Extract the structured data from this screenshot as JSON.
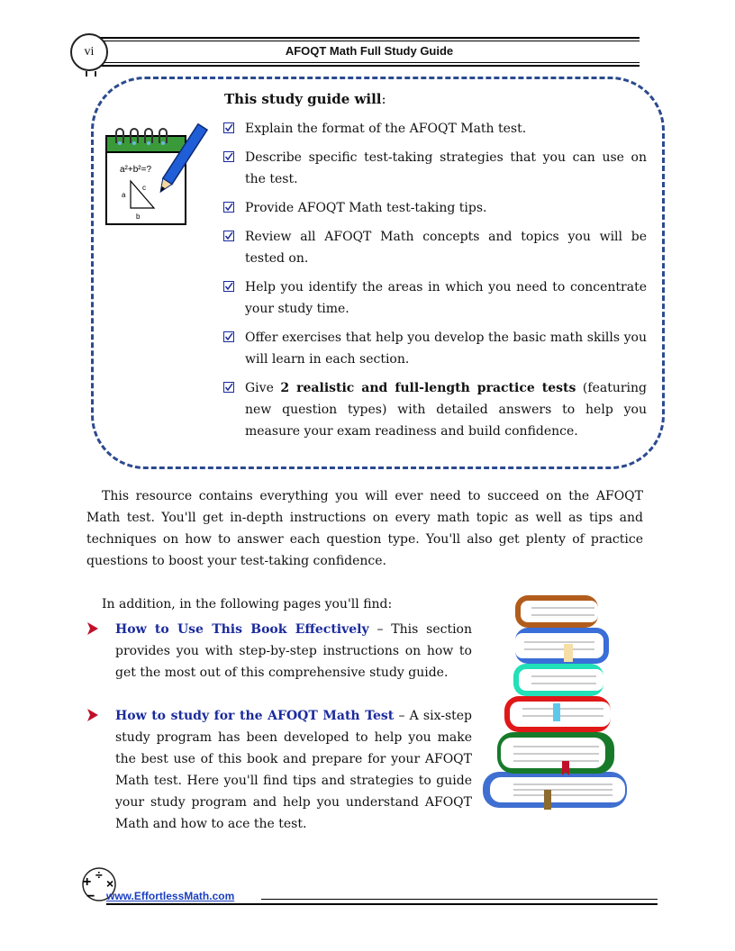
{
  "header": {
    "page_number": "vi",
    "title": "AFOQT Math Full Study Guide"
  },
  "guide_box": {
    "heading": "This study guide will",
    "heading_colon": ":",
    "items": [
      {
        "text": "Explain the format of the AFOQT Math test."
      },
      {
        "text": "Describe specific test-taking strategies that you can use on the test."
      },
      {
        "text": "Provide AFOQT Math test-taking tips."
      },
      {
        "text": "Review all AFOQT Math concepts and topics you will be tested on."
      },
      {
        "text": "Help you identify the areas in which you need to concentrate your study time."
      },
      {
        "text": "Offer exercises that help you develop the basic math skills you will learn in each section."
      },
      {
        "prefix": "Give ",
        "bold": "2 realistic and full-length practice tests",
        "suffix": " (featuring new question types) with detailed answers to help you measure your exam readiness and build confidence."
      }
    ],
    "notepad": {
      "formula": "a²+b²=?",
      "label_a": "a",
      "label_b": "b",
      "label_c": "c"
    }
  },
  "intro_paragraph": "This resource contains everything you will ever need to succeed on the AFOQT Math test. You'll get in-depth instructions on every math topic as well as tips and techniques on how to answer each question type. You'll also get plenty of practice questions to boost your test-taking confidence.",
  "addition_line": "In addition, in the following pages you'll find:",
  "sections": [
    {
      "lead": "How to Use This Book Effectively",
      "body": " – This section provides you with step-by-step instructions on how to get the most out of this comprehensive study guide."
    },
    {
      "lead": "How to study for the AFOQT Math Test",
      "body": " – A six-step study program has been developed to help you make the best use of this book and prepare for your AFOQT Math test. Here you'll find tips and strategies to guide your study program and help you understand AFOQT Math and how to ace the test."
    }
  ],
  "footer": {
    "link": "www.EffortlessMath.com"
  },
  "colors": {
    "box_border": "#2b4a8f",
    "section_lead": "#1a2a9c",
    "arrow": "#c0102a",
    "link": "#1a3fbf"
  }
}
